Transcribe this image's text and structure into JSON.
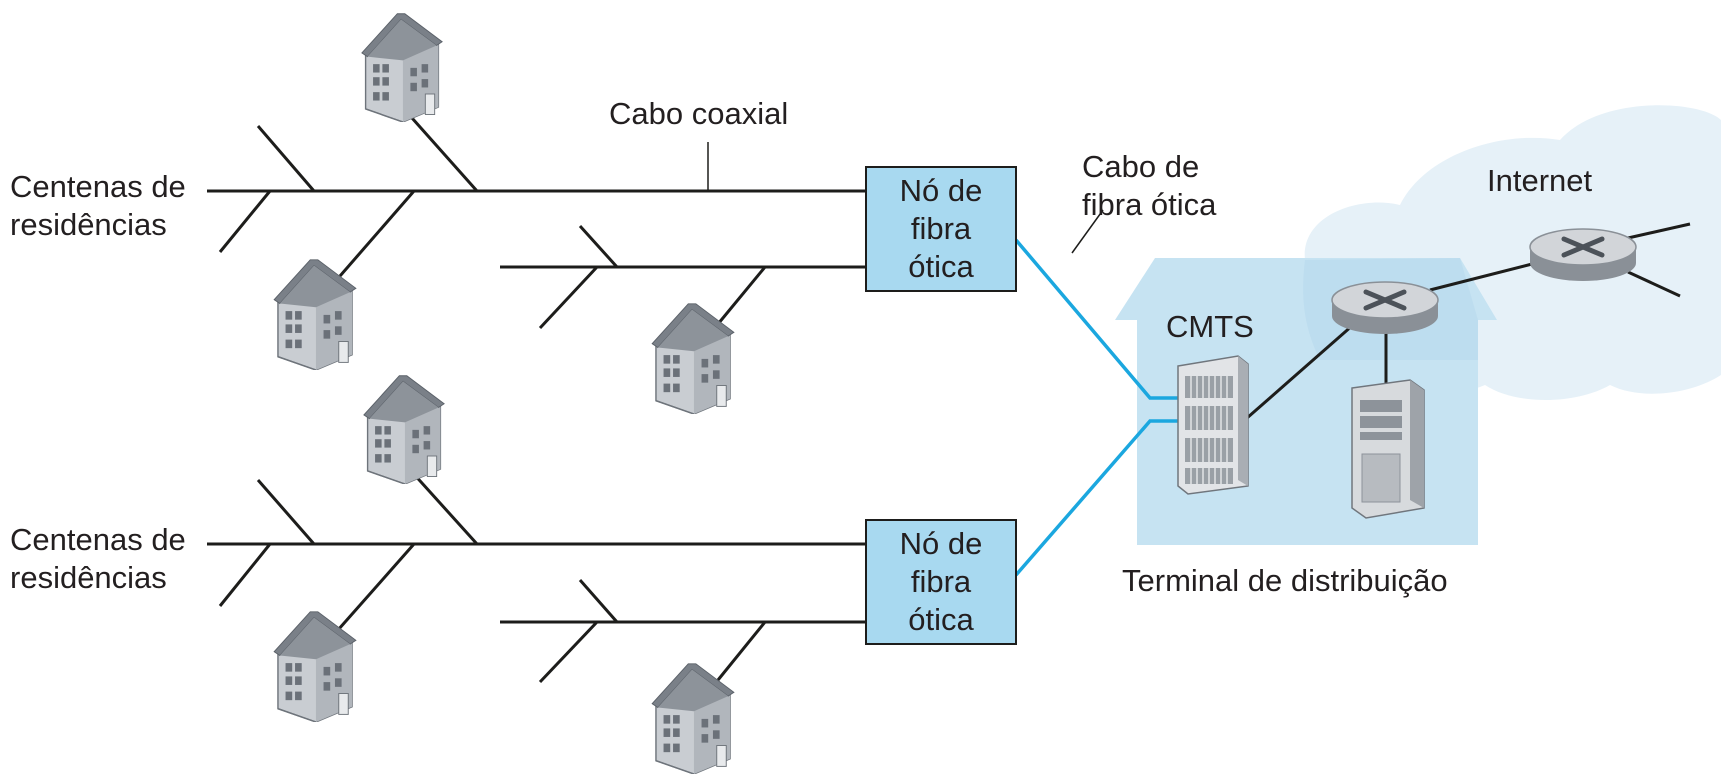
{
  "labels": {
    "residences_1": [
      "Centenas de",
      "residências"
    ],
    "residences_2": [
      "Centenas de",
      "residências"
    ],
    "coax_cable": "Cabo coaxial",
    "fiber_cable": [
      "Cabo de",
      "fibra ótica"
    ],
    "internet": "Internet",
    "cmts": "CMTS",
    "headend": "Terminal de distribuição"
  },
  "fiber_nodes": [
    {
      "lines": [
        "Nó de",
        "fibra",
        "ótica"
      ]
    },
    {
      "lines": [
        "Nó de",
        "fibra",
        "ótica"
      ]
    }
  ],
  "colors": {
    "fiber": "#1ba7df",
    "coax": "#1d1d1b",
    "node_fill": "#a8d9f0",
    "headend_fill": "#c6e3f2",
    "cloud_fill": "#e6f1f8",
    "house_body": "#c9cdd2",
    "house_roof": "#7a8088"
  }
}
